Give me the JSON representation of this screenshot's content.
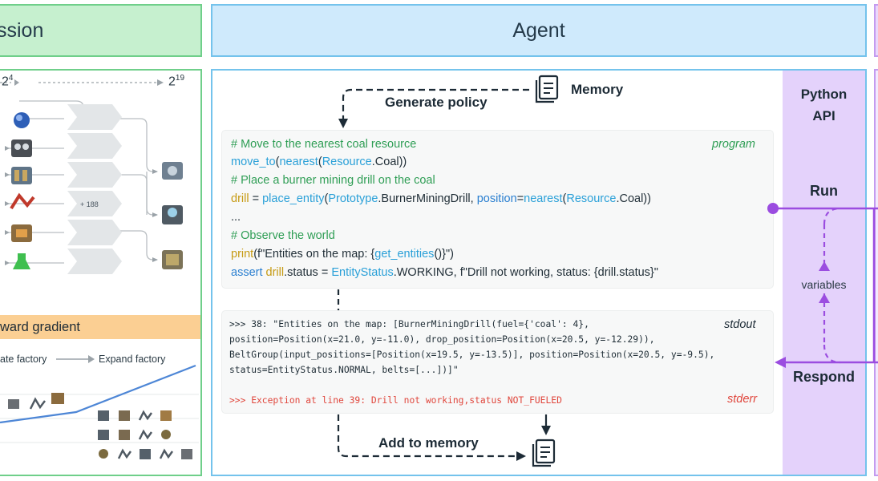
{
  "headers": {
    "left": "ssion",
    "middle": "Agent"
  },
  "left_panel": {
    "exp_start": "2",
    "exp_start_sup": "4",
    "exp_end": "2",
    "exp_end_sup": "19",
    "count_label": "+ 188",
    "gradient_label": "ward gradient",
    "stage_1": "ate factory",
    "stage_2": "Expand factory"
  },
  "agent": {
    "memory_label": "Memory",
    "generate_label": "Generate policy",
    "add_memory_label": "Add to memory",
    "program_tag": "program",
    "stdout_tag": "stdout",
    "stderr_tag": "stderr",
    "code": {
      "l1": "# Move to the nearest coal resource",
      "l2_fn": "move_to",
      "l2_a": "(",
      "l2_fn2": "nearest",
      "l2_b": "(",
      "l2_cls": "Resource",
      "l2_c": ".Coal))",
      "l3": "# Place a burner mining drill on the coal",
      "l4_var": "drill",
      "l4_a": " = ",
      "l4_fn": "place_entity",
      "l4_b": "(",
      "l4_cls": "Prototype",
      "l4_c": ".BurnerMiningDrill, ",
      "l4_kw": "position",
      "l4_d": "=",
      "l4_fn2": "nearest",
      "l4_e": "(",
      "l4_cls2": "Resource",
      "l4_f": ".Coal))",
      "l5": "...",
      "l6": "# Observe the world",
      "l7_fn": "print",
      "l7_a": "(f\"Entities on the map: {",
      "l7_fn2": "get_entities",
      "l7_b": "()}\")",
      "l8_kw": "assert",
      "l8_a": " ",
      "l8_var": "drill",
      "l8_b": ".status = ",
      "l8_cls": "EntityStatus",
      "l8_c": ".WORKING, f\"Drill not working, status: {drill.status}\""
    },
    "output": {
      "o1": ">>> 38: \"Entities on the map: [BurnerMiningDrill(fuel={'coal': 4},",
      "o2": "position=Position(x=21.0, y=-11.0), drop_position=Position(x=20.5, y=-12.29)),",
      "o3": "BeltGroup(input_positions=[Position(x=19.5, y=-13.5)], position=Position(x=20.5, y=-9.5),",
      "o4": "status=EntityStatus.NORMAL, belts=[...])]\"",
      "err": ">>> Exception at line 39: Drill not working,status NOT_FUELED"
    }
  },
  "api": {
    "title_1": "Python",
    "title_2": "API",
    "run_label": "Run",
    "respond_label": "Respond",
    "variables_label": "variables"
  },
  "colors": {
    "green_border": "#6fcf8a",
    "blue_border": "#74c3ec",
    "purple_accent": "#9b4de0",
    "orange_bar": "#fbcf93"
  }
}
